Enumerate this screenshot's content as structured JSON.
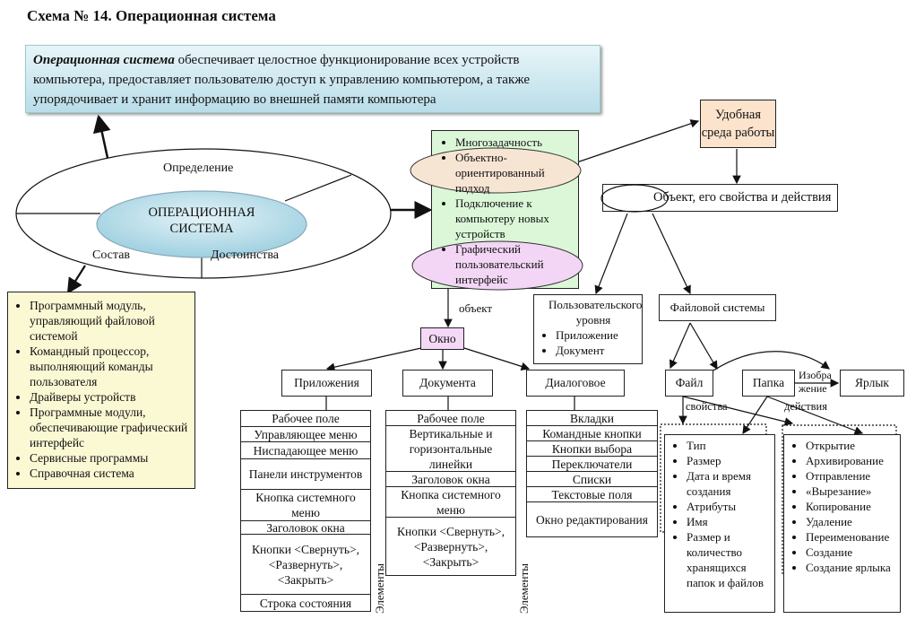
{
  "title": "Схема № 14. Операционная система",
  "definition": {
    "term": "Операционная система",
    "text": " обеспечивает целостное функционирование всех устройств компьютера, предоставляет пользователю доступ к управлению компьютером, а также упорядочивает и хранит информацию во внешней памяти компьютера"
  },
  "center": {
    "line1": "ОПЕРАЦИОННАЯ",
    "line2": "СИСТЕМА",
    "sectors": [
      "Определение",
      "Состав",
      "Достоинства"
    ]
  },
  "composition": [
    "Программный модуль, управляющий файловой системой",
    "Командный процессор, выполняющий команды пользователя",
    "Драйверы устройств",
    "Программные модули, обеспечивающие графический интерфейс",
    "Сервисные программы",
    "Справочная система"
  ],
  "advantages": [
    "Многозадачность",
    "Объектно-ориентированный подход",
    "Подключение к компьютеру новых устройств",
    "Графический пользовательский интерфейс"
  ],
  "environment": {
    "line1": "Удобная",
    "line2": "среда работы"
  },
  "object_box": {
    "oval": "Объект,",
    "rest": " его свойства и действия"
  },
  "user_level": {
    "title": "Пользовательского уровня",
    "items": [
      "Приложение",
      "Документ"
    ]
  },
  "file_system": "Файловой системы",
  "file": "Файл",
  "folder": "Папка",
  "shortcut": "Ярлык",
  "image_label": {
    "l1": "Изобра",
    "l2": "жение"
  },
  "props_label": "свойства",
  "actions_label": "действия",
  "object_label": "объект",
  "window": "Окно",
  "window_types": [
    "Приложения",
    "Документа",
    "Диалоговое"
  ],
  "elements_label": "Элементы",
  "app_elements": [
    "Рабочее поле",
    "Управляющее меню",
    "Ниспадающее меню",
    "Панели инструментов",
    "Кнопка системного меню",
    "Заголовок окна",
    "Кнопки <Свернуть>, <Развернуть>, <Закрыть>",
    "Строка состояния"
  ],
  "doc_elements": [
    "Рабочее поле",
    "Вертикальные и горизонтальные линейки",
    "Заголовок окна",
    "Кнопка системного меню",
    "Кнопки <Свернуть>, <Развернуть>, <Закрыть>"
  ],
  "dialog_elements": [
    "Вкладки",
    "Командные кнопки",
    "Кнопки выбора",
    "Переключатели",
    "Списки",
    "Текстовые поля",
    "Окно редактирования"
  ],
  "properties": [
    "Тип",
    "Размер",
    "Дата и время создания",
    "Атрибуты",
    "Имя",
    "Размер и количество хранящихся папок и файлов"
  ],
  "actions": [
    "Открытие",
    "Архивирование",
    "Отправление",
    "«Вырезание»",
    "Копирование",
    "Удаление",
    "Переименование",
    "Создание",
    "Создание ярлыка"
  ],
  "colors": {
    "definition": "#cfe9f0",
    "center_oval": "#b5dbe8",
    "yellow": "#fbf8d4",
    "green": "#dbf7d8",
    "orange_oval": "#f7e5d3",
    "pink_oval": "#f3d6f5",
    "environment": "#fbe3cc",
    "window": "#f4d8f6"
  }
}
